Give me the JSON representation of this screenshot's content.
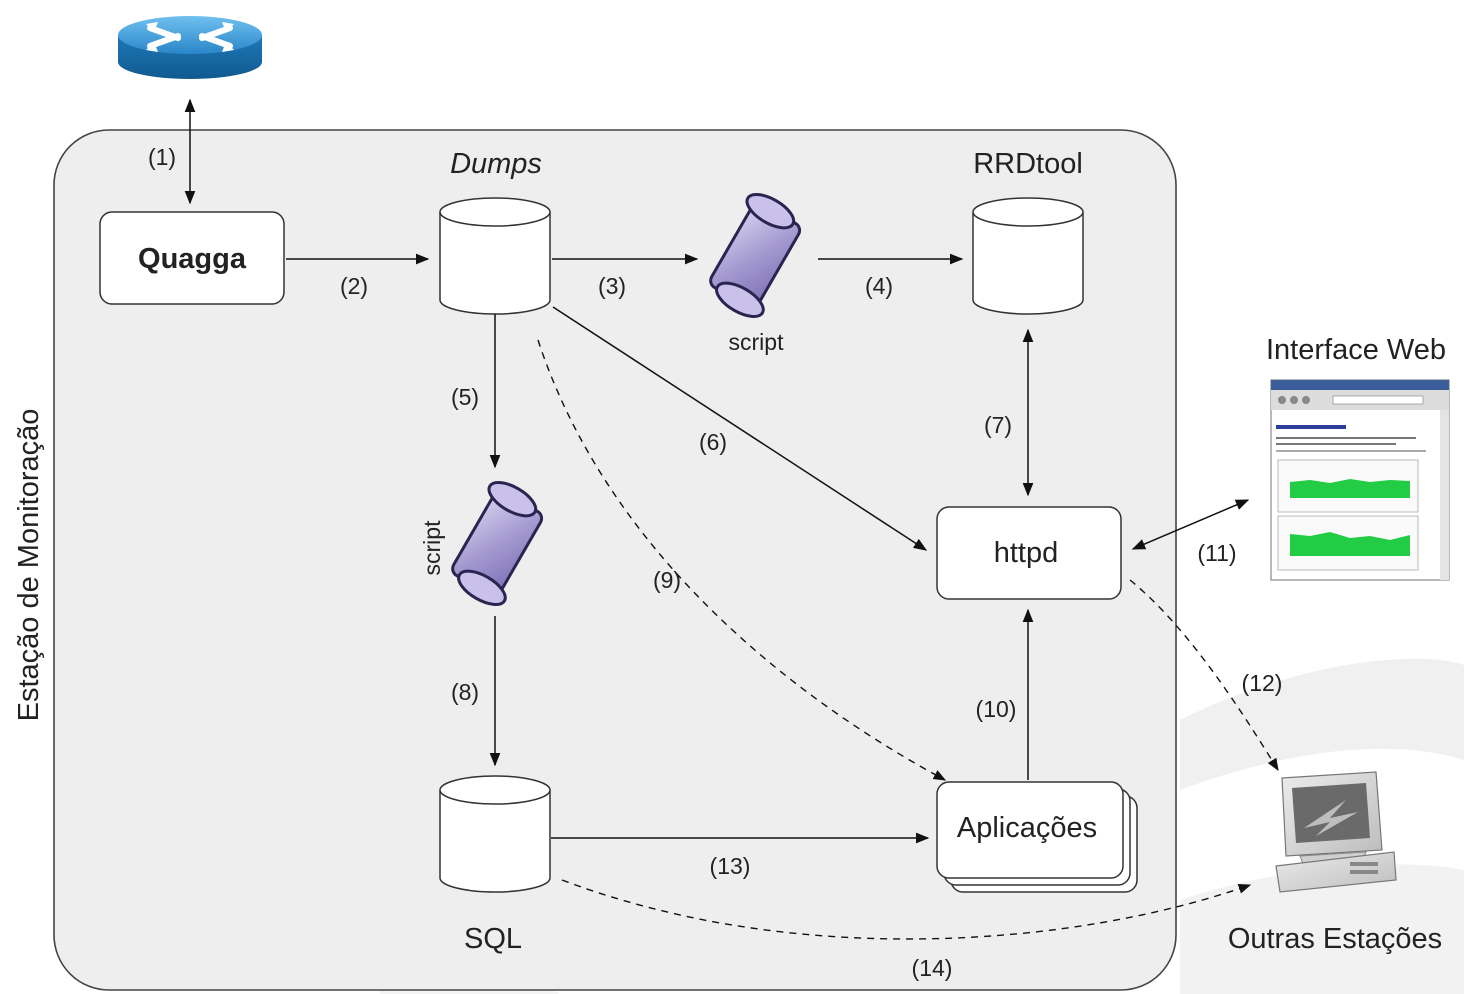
{
  "station_label": "Estação de Monitoração",
  "nodes": {
    "quagga": "Quagga",
    "dumps": "Dumps",
    "rrdtool": "RRDtool",
    "script_top": "script",
    "script_mid": "script",
    "sql": "SQL",
    "httpd": "httpd",
    "aplicacoes": "Aplicações",
    "interface_web": "Interface Web",
    "outras_estacoes": "Outras Estações"
  },
  "edges": {
    "e1": "(1)",
    "e2": "(2)",
    "e3": "(3)",
    "e4": "(4)",
    "e5": "(5)",
    "e6": "(6)",
    "e7": "(7)",
    "e8": "(8)",
    "e9": "(9)",
    "e10": "(10)",
    "e11": "(11)",
    "e12": "(12)",
    "e13": "(13)",
    "e14": "(14)"
  },
  "colors": {
    "station_fill": "#eeeeee",
    "scroll_purple": "#a59bd1",
    "router_blue": "#2e8fd0",
    "screen_green": "#22cc44"
  },
  "icons": [
    "router-icon",
    "script-scroll-icon",
    "web-browser-icon",
    "desktop-computer-icon"
  ]
}
